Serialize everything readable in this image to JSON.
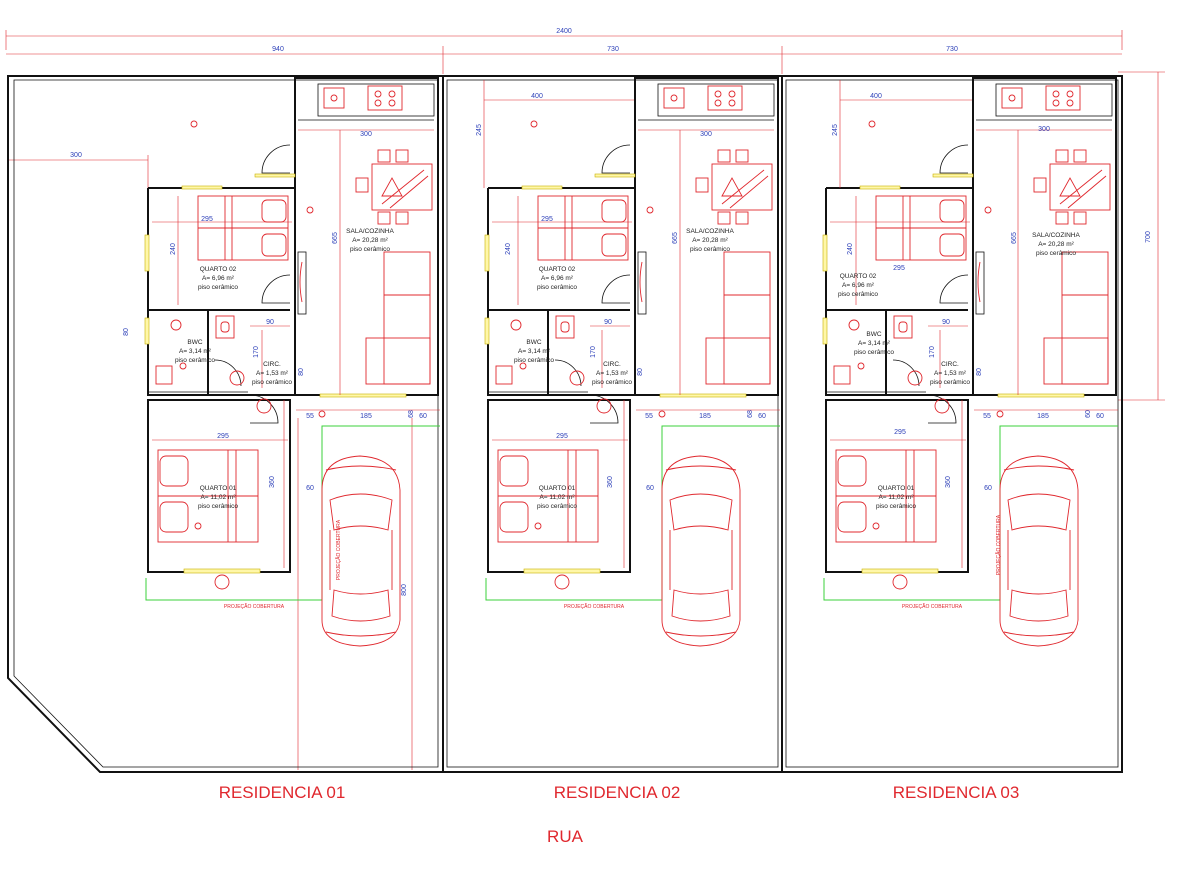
{
  "overall_dims": {
    "total": "2400",
    "lot1": "940",
    "lot2": "730",
    "lot3": "730",
    "depth": "700",
    "left_setback": "300",
    "garage_depth": "800"
  },
  "residences": [
    {
      "name": "RESIDENCIA 01",
      "dims": {
        "w400": "",
        "h245": "",
        "w300": "300",
        "h665": "665",
        "w295a": "295",
        "h240": "240",
        "h80": "80",
        "w90": "90",
        "h170": "170",
        "h80b": "80",
        "w55": "55",
        "w185": "185",
        "w60a": "60",
        "w60b": "60",
        "w68": "68",
        "w295b": "295",
        "h360": "360",
        "w60c": "60"
      },
      "rooms": {
        "sala": {
          "name": "SALA/COZINHA",
          "area": "A= 20,28 m²",
          "floor": "piso cerâmico"
        },
        "quarto2": {
          "name": "QUARTO 02",
          "area": "A= 6,96 m²",
          "floor": "piso cerâmico"
        },
        "bwc": {
          "name": "BWC",
          "area": "A= 3,14 m²",
          "floor": "piso cerâmico"
        },
        "circ": {
          "name": "CIRC.",
          "area": "A= 1,53 m²",
          "floor": "piso cerâmico"
        },
        "quarto1": {
          "name": "QUARTO 01",
          "area": "A= 11,02 m²",
          "floor": "piso cerâmico"
        }
      },
      "projection_labels": [
        "PROJEÇÃO COBERTURA",
        "PROJEÇÃO COBERTURA"
      ]
    },
    {
      "name": "RESIDENCIA 02",
      "dims": {
        "w400": "400",
        "h245": "245",
        "w300": "300",
        "h665": "665",
        "w295a": "295",
        "h240": "240",
        "h80": "",
        "w90": "90",
        "h170": "170",
        "h80b": "80",
        "w55": "55",
        "w185": "185",
        "w60a": "60",
        "w60b": "60",
        "w68": "68",
        "w295b": "295",
        "h360": "360",
        "w60c": "60"
      },
      "rooms": {
        "sala": {
          "name": "SALA/COZINHA",
          "area": "A= 20,28 m²",
          "floor": "piso cerâmico"
        },
        "quarto2": {
          "name": "QUARTO 02",
          "area": "A= 6,96 m²",
          "floor": "piso cerâmico"
        },
        "bwc": {
          "name": "BWC",
          "area": "A= 3,14 m²",
          "floor": "piso cerâmico"
        },
        "circ": {
          "name": "CIRC.",
          "area": "A= 1,53 m²",
          "floor": "piso cerâmico"
        },
        "quarto1": {
          "name": "QUARTO 01",
          "area": "A= 11,02 m²",
          "floor": "piso cerâmico"
        }
      },
      "projection_labels": [
        "PROJEÇÃO COBERTURA"
      ]
    },
    {
      "name": "RESIDENCIA 03",
      "dims": {
        "w400": "400",
        "h245": "245",
        "w300": "300",
        "h665": "665",
        "w295a": "295",
        "h240": "240",
        "h80": "",
        "w90": "90",
        "h170": "170",
        "h80b": "80",
        "w55": "55",
        "w185": "185",
        "w60a": "60",
        "w60b": "60",
        "w68": "",
        "w295b": "295",
        "h360": "360",
        "w60c": "60"
      },
      "rooms": {
        "sala": {
          "name": "SALA/COZINHA",
          "area": "A= 20,28 m²",
          "floor": "piso cerâmico"
        },
        "quarto2": {
          "name": "QUARTO 02",
          "area": "A= 6,96 m²",
          "floor": "piso cerâmico"
        },
        "bwc": {
          "name": "BWC",
          "area": "A= 3,14 m²",
          "floor": "piso cerâmico"
        },
        "circ": {
          "name": "CIRC.",
          "area": "A= 1,53 m²",
          "floor": "piso cerâmico"
        },
        "quarto1": {
          "name": "QUARTO 01",
          "area": "A= 11,02 m²",
          "floor": "piso cerâmico"
        }
      },
      "projection_labels": [
        "PROJEÇÃO COBERTURA",
        "PROJEÇÃO COBERTURA"
      ]
    }
  ],
  "street": "RUA",
  "colors": {
    "wall": "#111111",
    "furniture": "#e0282e",
    "dimension_text": "#2c3fb8",
    "roof_projection": "#3bd13b",
    "window": "#fff7a8"
  }
}
